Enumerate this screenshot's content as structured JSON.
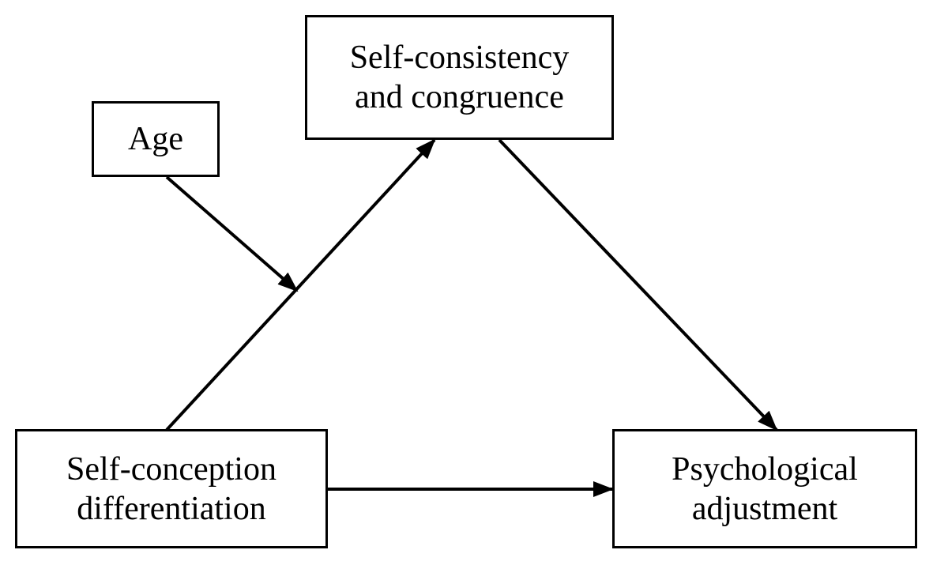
{
  "nodes": {
    "age": {
      "lines": [
        "Age"
      ]
    },
    "mediator": {
      "lines": [
        "Self-consistency",
        "and congruence"
      ]
    },
    "predictor": {
      "lines": [
        "Self-conception",
        "differentiation"
      ]
    },
    "outcome": {
      "lines": [
        "Psychological",
        "adjustment"
      ]
    }
  },
  "edges": [
    {
      "from": "predictor",
      "to": "mediator",
      "label": ""
    },
    {
      "from": "mediator",
      "to": "outcome",
      "label": ""
    },
    {
      "from": "predictor",
      "to": "outcome",
      "label": ""
    },
    {
      "from": "age",
      "to": "predictor-mediator-path",
      "label": ""
    }
  ],
  "colors": {
    "stroke": "#000000",
    "background": "#ffffff"
  }
}
